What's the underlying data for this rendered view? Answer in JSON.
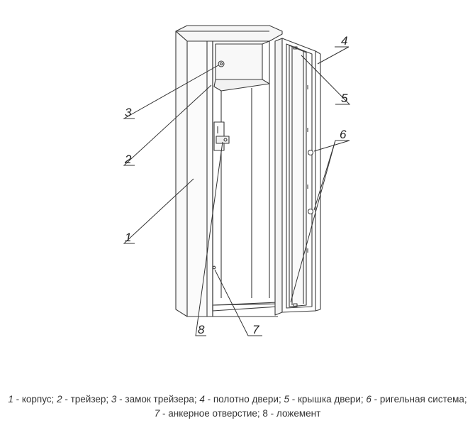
{
  "callouts": [
    {
      "id": "1",
      "num": "1"
    },
    {
      "id": "2",
      "num": "2"
    },
    {
      "id": "3",
      "num": "3"
    },
    {
      "id": "4",
      "num": "4"
    },
    {
      "id": "5",
      "num": "5"
    },
    {
      "id": "6",
      "num": "6"
    },
    {
      "id": "7",
      "num": "7"
    },
    {
      "id": "8",
      "num": "8"
    }
  ],
  "caption": {
    "items": [
      {
        "num": "1",
        "text": " - корпус; "
      },
      {
        "num": "2",
        "text": " - трейзер; "
      },
      {
        "num": "3",
        "text": " - замок трейзера; "
      },
      {
        "num": "4",
        "text": " - полотно двери; "
      },
      {
        "num": "5",
        "text": " - крышка двери; "
      },
      {
        "num": "6",
        "text": " - ригельная система; "
      },
      {
        "num": "7",
        "text": " - анкерное отверстие; "
      },
      {
        "num": "8",
        "text": " - ложемент"
      }
    ]
  }
}
